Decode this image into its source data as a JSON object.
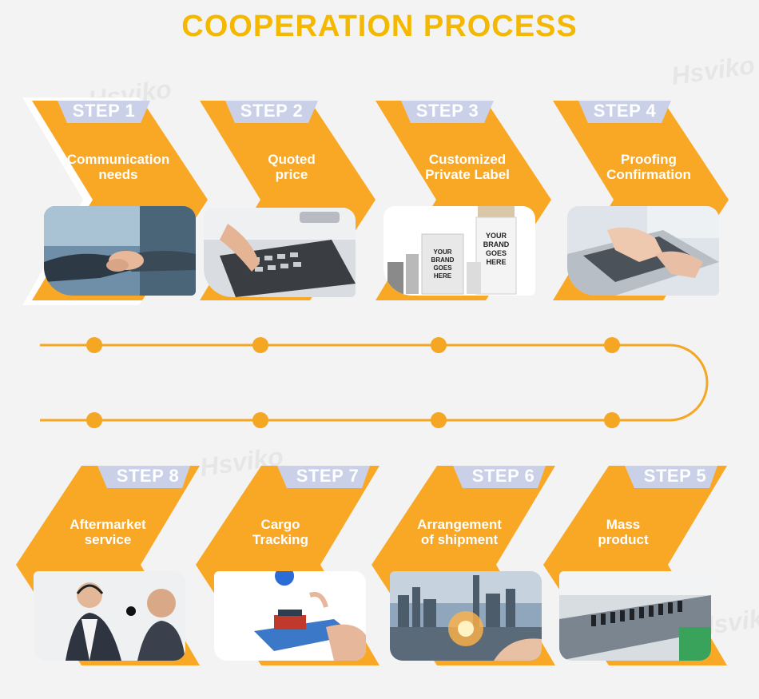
{
  "title": "COOPERATION PROCESS",
  "watermark": "Hsviko",
  "colors": {
    "accent": "#f9a825",
    "badge": "#c9d0e8",
    "title": "#f5b800",
    "line": "#f5a623"
  },
  "steps": [
    {
      "label": "STEP 1",
      "line1": "Communication",
      "line2": "needs",
      "image": "handshake"
    },
    {
      "label": "STEP 2",
      "line1": "Quoted",
      "line2": "price",
      "image": "calculator"
    },
    {
      "label": "STEP 3",
      "line1": "Customized",
      "line2": "Private Label",
      "image": "packaging"
    },
    {
      "label": "STEP 4",
      "line1": "Proofing",
      "line2": "Confirmation",
      "image": "laptop-typing"
    },
    {
      "label": "STEP 5",
      "line1": "Mass",
      "line2": "product",
      "image": "production-line"
    },
    {
      "label": "STEP 6",
      "line1": "Arrangement",
      "line2": "of shipment",
      "image": "city-logistics"
    },
    {
      "label": "STEP 7",
      "line1": "Cargo",
      "line2": "Tracking",
      "image": "phone-map-pin"
    },
    {
      "label": "STEP 8",
      "line1": "Aftermarket",
      "line2": "service",
      "image": "call-center"
    }
  ],
  "packaging_text": {
    "l1": "YOUR",
    "l2": "BRAND",
    "l3": "GOES",
    "l4": "HERE"
  }
}
